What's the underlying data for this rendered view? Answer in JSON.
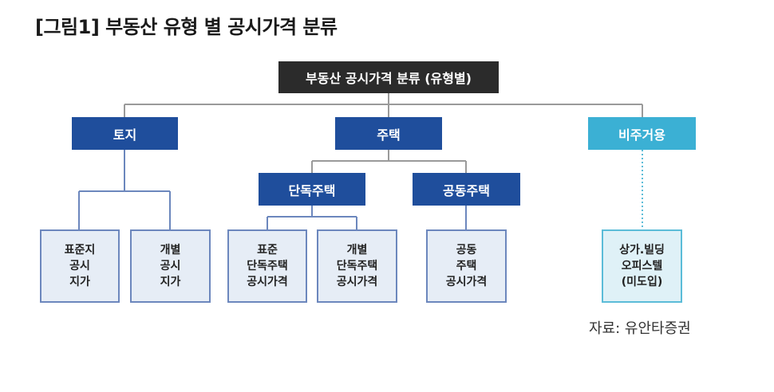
{
  "title": "[그림1] 부동산 유형 별 공시가격 분류",
  "root": "부동산 공시가격 분류 (유형별)",
  "categories": {
    "land": "토지",
    "housing": "주택",
    "non_residential": "비주거용"
  },
  "housing_sub": {
    "detached": "단독주택",
    "apartment": "공동주택"
  },
  "leaves": {
    "standard_land": "표준지\n공시\n지가",
    "individual_land": "개별\n공시\n지가",
    "standard_detached": "표준\n단독주택\n공시가격",
    "individual_detached": "개별\n단독주택\n공시가격",
    "apartment_price": "공동\n주택\n공시가격",
    "commercial": "상가.빌딩\n오피스텔\n(미도입)"
  },
  "source": "자료: 유안타증권",
  "colors": {
    "root_bg": "#2b2b2b",
    "node_blue": "#1f4e9c",
    "node_cyan": "#3bb0d4",
    "leaf_blue_border": "#6c87bd",
    "leaf_cyan_border": "#5bbcd8",
    "connector": "#9a9a9a"
  }
}
